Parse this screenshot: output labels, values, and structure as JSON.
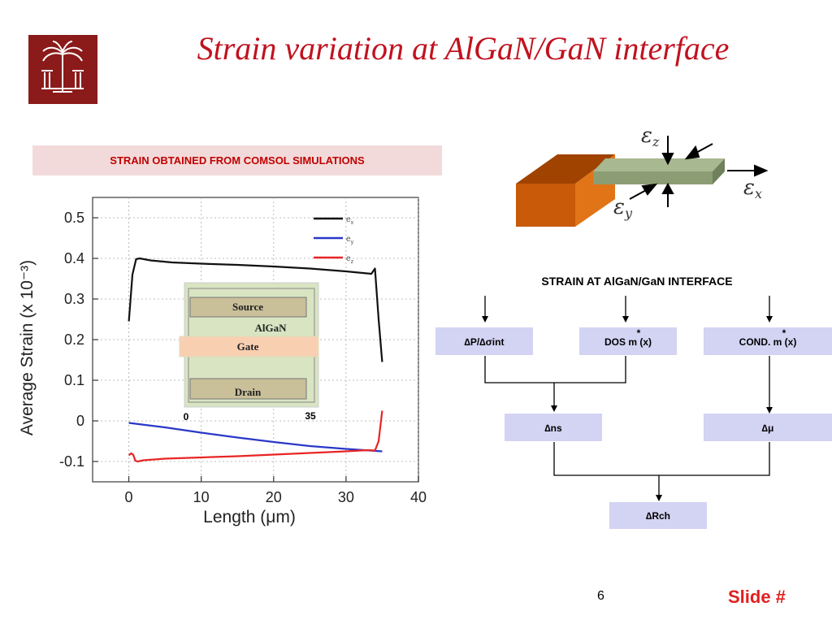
{
  "title": "Strain variation at AlGaN/GaN interface",
  "banner": "STRAIN OBTAINED FROM COMSOL SIMULATIONS",
  "chart_data": {
    "type": "line",
    "xlabel": "Length (μm)",
    "ylabel": "Average Strain (x 10⁻³)",
    "xlim": [
      -5,
      40
    ],
    "ylim": [
      -0.15,
      0.55
    ],
    "xticks": [
      "0",
      "10",
      "20",
      "30",
      "40"
    ],
    "yticks": [
      "0.5",
      "0.4",
      "0.3",
      "0.2",
      "0.1",
      "0",
      "-0.1"
    ],
    "legend_position": "top-right",
    "series": [
      {
        "name": "ex",
        "color": "#111111",
        "x": [
          0,
          0.5,
          1,
          1.5,
          3,
          6,
          10,
          15,
          20,
          25,
          30,
          33.5,
          34,
          34.5,
          35
        ],
        "y": [
          0.245,
          0.36,
          0.398,
          0.4,
          0.395,
          0.39,
          0.387,
          0.384,
          0.38,
          0.375,
          0.368,
          0.362,
          0.375,
          0.25,
          0.145
        ]
      },
      {
        "name": "ey",
        "color": "#2a38c8",
        "x": [
          0,
          5,
          10,
          15,
          20,
          25,
          30,
          35
        ],
        "y": [
          -0.005,
          -0.016,
          -0.029,
          -0.041,
          -0.052,
          -0.062,
          -0.069,
          -0.075
        ]
      },
      {
        "name": "ez",
        "color": "#e82525",
        "x": [
          0,
          0.3,
          0.6,
          0.9,
          1.2,
          2,
          5,
          10,
          15,
          20,
          25,
          30,
          33,
          34,
          34.5,
          35
        ],
        "y": [
          -0.085,
          -0.08,
          -0.083,
          -0.098,
          -0.1,
          -0.097,
          -0.093,
          -0.09,
          -0.087,
          -0.083,
          -0.079,
          -0.075,
          -0.072,
          -0.073,
          -0.05,
          0.025
        ]
      }
    ],
    "legend": [
      {
        "base": "e",
        "sub": "x"
      },
      {
        "base": "e",
        "sub": "y"
      },
      {
        "base": "e",
        "sub": "z"
      }
    ]
  },
  "inset": {
    "source_label": "Source",
    "algan_label": "AlGaN",
    "gate_label": "Gate",
    "drain_label": "Drain",
    "start_label": "0",
    "end_label": "35"
  },
  "cube": {
    "eps_z": "ε",
    "eps_z_sub": "z",
    "eps_y": "ε",
    "eps_y_sub": "y",
    "eps_x": "ε",
    "eps_x_sub": "x"
  },
  "flow": {
    "title": "STRAIN AT AlGaN/GaN INTERFACE",
    "box_p": "∆P/∆σint",
    "box_dos": "DOS m (x)",
    "box_cond": "COND. m (x)",
    "star": "*",
    "box_ns": "∆ns",
    "box_mu": "∆μ",
    "box_rch": "∆Rch"
  },
  "footer": {
    "slide_number": "6",
    "slide_label": "Slide #"
  },
  "colors": {
    "title": "#c1121f",
    "banner_bg": "#f3dada",
    "banner_text": "#c00000",
    "logo_bg": "#8b1a1a",
    "flow_box": "#d3d3f3",
    "inset_green": "#d9e4c2",
    "inset_gate": "#f9cfb2",
    "inset_pad": "#c9bf99"
  }
}
